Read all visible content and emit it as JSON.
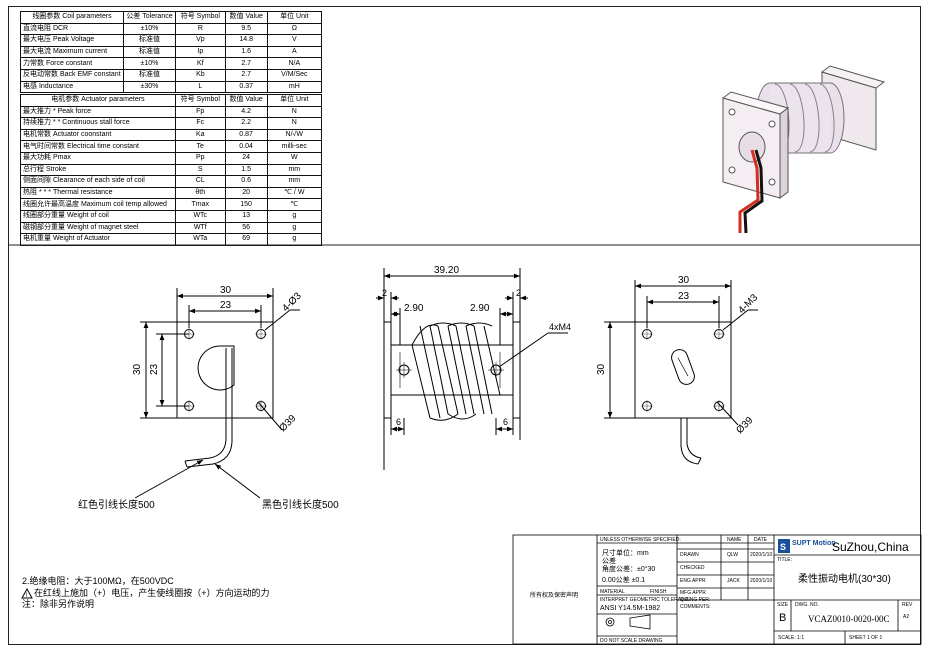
{
  "coil_table": {
    "header": [
      "线圈参数 Coil parameters",
      "公差 Tolerance",
      "符号 Symbol",
      "数值 Value",
      "单位 Unit"
    ],
    "rows": [
      [
        "直流电阻  DCR",
        "±10%",
        "R",
        "9.5",
        "Ω"
      ],
      [
        "最大电压  Peak Voltage",
        "标准值",
        "Vp",
        "14.8",
        "V"
      ],
      [
        "最大电流  Maximum current",
        "标准值",
        "Ip",
        "1.6",
        "A"
      ],
      [
        "力常数    Force constant",
        "±10%",
        "Kf",
        "2.7",
        "N/A"
      ],
      [
        "反电动常数 Back EMF constant",
        "标准值",
        "Kb",
        "2.7",
        "V/M/Sec"
      ],
      [
        "电感    Inductance",
        "±30%",
        "L",
        "0.37",
        "mH"
      ]
    ]
  },
  "actuator_table": {
    "header": [
      "电机参数    Actuator parameters",
      "符号 Symbol",
      "数值 Value",
      "单位 Unit"
    ],
    "rows": [
      [
        "最大推力   * Peak force",
        "Fp",
        "4.2",
        "N"
      ],
      [
        "持续推力   * * Continuous stall force",
        "Fc",
        "2.2",
        "N"
      ],
      [
        "电机常数        Actuator coonstant",
        "Ka",
        "0.87",
        "N/√W"
      ],
      [
        "电气时间常数     Electrical time constant",
        "Te",
        "0.04",
        "milli-sec"
      ],
      [
        "最大功耗       Pmax",
        "Pp",
        "24",
        "W"
      ],
      [
        "总行程          Stroke",
        "S",
        "1.5",
        "mm"
      ],
      [
        "侧面间隙     Clearance of each side of coil",
        "CL",
        "0.6",
        "mm"
      ],
      [
        "热阻 * * *    Thermal resistance",
        "θth",
        "20",
        "℃ / W"
      ],
      [
        "线圈允许最高温度 Maximum coil temp allowed",
        "Tmax",
        "150",
        "℃"
      ],
      [
        "线圈部分重量      Weight of coil",
        "WTc",
        "13",
        "g"
      ],
      [
        "磁钢部分重量      Weight of magnet steel",
        "WTf",
        "56",
        "g"
      ],
      [
        "电机重量        Weight of Actuator",
        "WTa",
        "69",
        "g"
      ]
    ]
  },
  "front_view": {
    "dim_outer": "30",
    "dim_inner": "23",
    "dim_height_outer": "30",
    "dim_height_inner": "23",
    "hole_callout": "4-Ø3",
    "dia_callout": "Ø39"
  },
  "side_view": {
    "dim_length": "39.20",
    "dim_flange_left": "2",
    "dim_flange_right": "2",
    "dim_gap_left": "2.90",
    "dim_gap_right": "2.90",
    "thread_callout": "4xM4",
    "dim_bottom_left": "6",
    "dim_bottom_right": "6"
  },
  "rear_view": {
    "dim_outer": "30",
    "dim_inner": "23",
    "dim_height": "30",
    "hole_callout": "4-M3",
    "dia_callout": "Ø39"
  },
  "lead_labels": {
    "red": "红色引线长度500",
    "black": "黑色引线长度500"
  },
  "notes": [
    "2.绝缘电阻：大于100MΩ，在500VDC",
    "在红线上施加（+）电压，产生使线圈按（+）方向运动的力",
    "注：除非另作说明"
  ],
  "title_block": {
    "unless": "UNLESS OTHERWISE SPECIFIED:",
    "name_hdr": "NAME",
    "date_hdr": "DATE",
    "unit_line1": "尺寸单位：mm",
    "unit_line2": "公差",
    "unit_line3": "角度公差：±0°30",
    "unit_line4": "0.00公差 ±0.1",
    "row_drawn": "DRAWN",
    "row_checked": "CHECKED",
    "row_engappr": "ENG APPR",
    "row_mfgappr": "MFG APPR",
    "drawn_name": "QLW",
    "drawn_date": "2020/1/10",
    "engappr_name": "JACK",
    "engappr_date": "2020/1/10",
    "qaa": "Q.A.",
    "comments": "COMMENTS:",
    "interpret": "INTERPRET GEOMETRIC TOLERANCING PER:",
    "ansi": "ANSI Y14.5M-1982",
    "material": "MATERIAL",
    "finish": "FINISH",
    "no_scale": "DO NOT SCALE DRAWING",
    "proprietary": "所有权及保密声明",
    "company": "SUPT Motion",
    "city": "SuZhou,China",
    "title_label": "TITLE:",
    "title": "柔性振动电机(30*30)",
    "size_label": "SIZE",
    "size": "B",
    "dwg_label": "DWG. NO.",
    "dwg_no": "VCAZ0010-0020-00C",
    "rev_label": "REV",
    "rev": "A2",
    "scale": "SCALE: 1:1",
    "sheet": "SHEET 1 OF 1"
  }
}
